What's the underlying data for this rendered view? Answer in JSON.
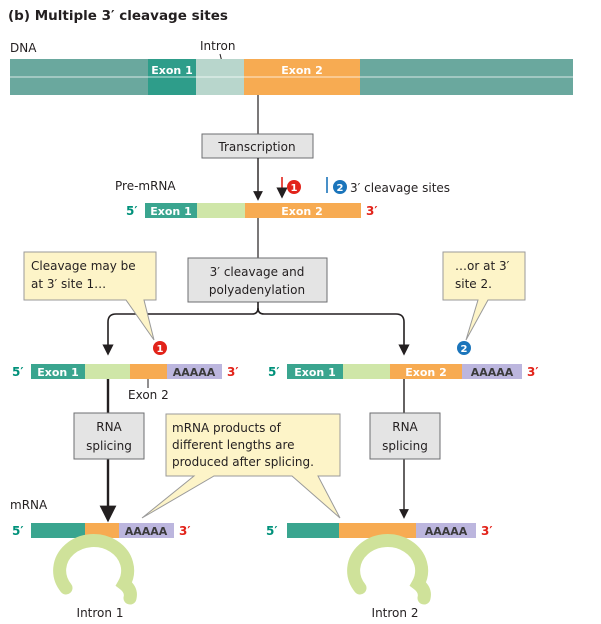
{
  "title": "(b) Multiple 3′ cleavage sites",
  "dna": {
    "label": "DNA",
    "exon1": "Exon 1",
    "intron": "Intron",
    "exon2": "Exon 2"
  },
  "steps": {
    "transcription": "Transcription",
    "cleavage_line1": "3′ cleavage and",
    "cleavage_line2": "polyadenylation",
    "splicing_line1": "RNA",
    "splicing_line2": "splicing"
  },
  "premrna": {
    "label": "Pre-mRNA",
    "end5": "5′",
    "end3": "3′",
    "exon1": "Exon 1",
    "exon2": "Exon 2",
    "site1": "1",
    "site2": "2",
    "sites_label": "3′ cleavage sites"
  },
  "notes": {
    "left_line1": "Cleavage may be",
    "left_line2": "at 3′ site 1…",
    "right_line1": "…or at 3′",
    "right_line2": "site 2.",
    "center_line1": "mRNA products of",
    "center_line2": "different lengths are",
    "center_line3": "produced after splicing."
  },
  "products": {
    "exon1": "Exon 1",
    "exon2": "Exon 2",
    "polya": "AAAAA",
    "end5": "5′",
    "end3": "3′"
  },
  "mrna": {
    "label": "mRNA"
  },
  "introns": {
    "left": "Intron 1",
    "right": "Intron 2"
  },
  "colors": {
    "dna_dark": "#6aa89e",
    "dna_exon1": "#2e9d8a",
    "dna_intron": "#b8d6cc",
    "exon2": "#f7ab52",
    "exon1": "#3aa58f",
    "intron_rna": "#cfe6a8",
    "polya": "#bcb6de",
    "lariat": "#cfe29a"
  }
}
